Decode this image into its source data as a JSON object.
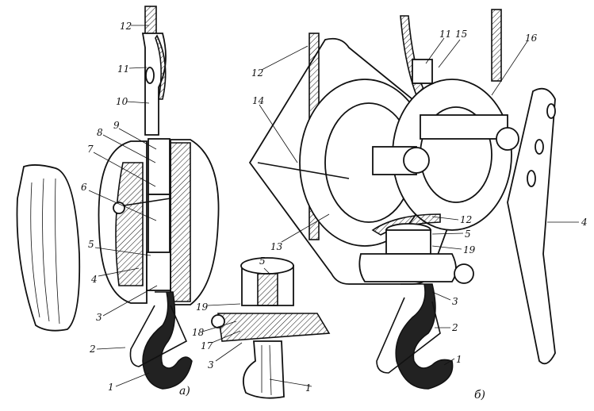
{
  "figure": {
    "caption_a": "а)",
    "caption_b": "б)",
    "labels_a": [
      "12",
      "11",
      "10",
      "9",
      "8",
      "7",
      "6",
      "5",
      "4",
      "3",
      "2",
      "1"
    ],
    "labels_detail": [
      "5",
      "19",
      "18",
      "17",
      "3",
      "1"
    ],
    "labels_b": [
      "12",
      "14",
      "11",
      "15",
      "16",
      "12",
      "5",
      "19",
      "13",
      "3",
      "2",
      "1",
      "4"
    ]
  }
}
